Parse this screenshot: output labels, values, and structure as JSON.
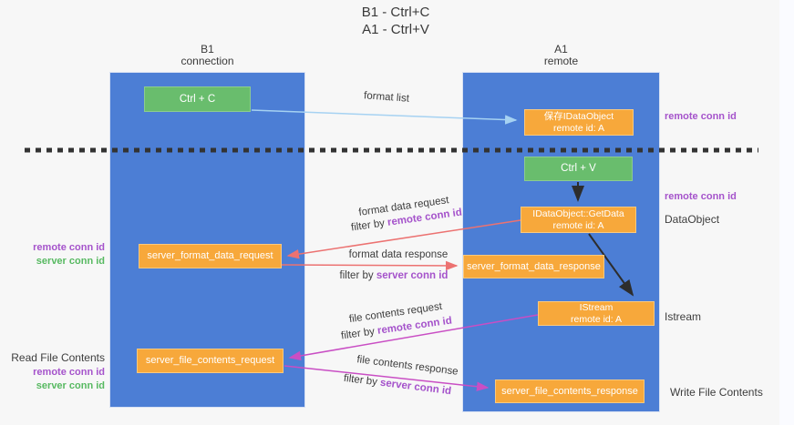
{
  "title": {
    "line1": "B1 - Ctrl+C",
    "line2": "A1 - Ctrl+V"
  },
  "lanes": {
    "left": {
      "header_line1": "B1",
      "header_line2": "connection"
    },
    "right": {
      "header_line1": "A1",
      "header_line2": "remote"
    }
  },
  "boxes": {
    "ctrl_c": "Ctrl + C",
    "ctrl_v": "Ctrl + V",
    "save_idataobject": {
      "line1": "保存IDataObject",
      "line2": "remote id: A"
    },
    "getdata": {
      "line1": "IDataObject::GetData",
      "line2": "remote id: A"
    },
    "istream": {
      "line1": "IStream",
      "line2": "remote id: A"
    },
    "server_format_data_request": "server_format_data_request",
    "server_format_data_response": "server_format_data_response",
    "server_file_contents_request": "server_file_contents_request",
    "server_file_contents_response": "server_file_contents_response"
  },
  "side_labels": {
    "right_remote_conn_id_1": "remote conn id",
    "right_remote_conn_id_2": "remote conn id",
    "dataobject": "DataObject",
    "istream": "Istream",
    "write_file_contents": "Write File Contents",
    "left_remote_conn_id_1": "remote conn id",
    "left_server_conn_id_1": "server conn id",
    "read_file_contents": "Read File Contents",
    "left_remote_conn_id_2": "remote conn id",
    "left_server_conn_id_2": "server conn id"
  },
  "arrow_labels": {
    "format_list": "format list",
    "format_data_request": "format data request",
    "filter_by_1_prefix": "filter by ",
    "filter_by_1_value": "remote conn id",
    "format_data_response": "format data response",
    "filter_by_2_prefix": "filter by ",
    "filter_by_2_value": "server conn id",
    "file_contents_request": "file contents request",
    "filter_by_3_prefix": "filter by ",
    "filter_by_3_value": "remote conn id",
    "file_contents_response": "file contents response",
    "filter_by_4_prefix": "filter by ",
    "filter_by_4_value": "server conn id"
  },
  "colors": {
    "lane_blue": "#4c7ed5",
    "box_orange": "#f7a83b",
    "box_green": "#69bd6d",
    "label_purple": "#a553cb",
    "label_green": "#57b961",
    "arrow_salmon": "#ec7271",
    "arrow_magenta": "#c94ec4",
    "arrow_lightblue": "#a6d2f2",
    "arrow_black": "#2d2d2d",
    "dashed_line": "#333333",
    "text_dark": "#3d3d3d",
    "background": "#f7f7f7"
  }
}
